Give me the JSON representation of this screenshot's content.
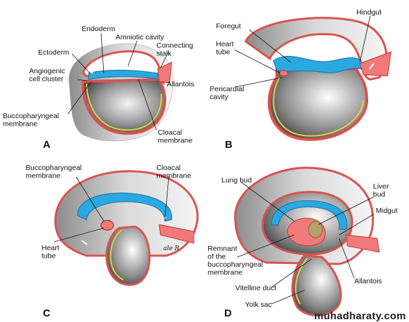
{
  "panels": {
    "A": {
      "letter": "A",
      "labels": {
        "endoderm": "Endoderm",
        "amniotic_cavity": "Amniotic cavity",
        "ectoderm": "Ectoderm",
        "connecting_stalk": "Connecting\nstalk",
        "angiogenic": "Angiogenic\ncell cluster",
        "allantois": "Allantois",
        "buccopharyngeal": "Buccopharyngeal\nmembrane",
        "cloacal": "Cloacal\nmembrane"
      }
    },
    "B": {
      "letter": "B",
      "labels": {
        "foregut": "Foregut",
        "hindgut": "Hindgut",
        "heart_tube": "Heart\ntube",
        "pericardial": "Pericardial\ncavity"
      }
    },
    "C": {
      "letter": "C",
      "labels": {
        "buccopharyngeal": "Buccopharyngeal\nmembrane",
        "cloacal": "Cloacal\nmembrane",
        "heart_tube": "Heart\ntube"
      },
      "signature": "ale R"
    },
    "D": {
      "letter": "D",
      "labels": {
        "lung_bud": "Lung bud",
        "liver_bud": "Liver\nbud",
        "midgut": "Midgut",
        "remnant": "Remnant\nof the\nbuccopharyngeal\nmembrane",
        "allantois": "Allantois",
        "vitelline": "Vitelline duct",
        "yolk_sac": "Yolk sac"
      }
    }
  },
  "watermark": "muhadharaty.com",
  "colors": {
    "ectoderm": "#d9534f",
    "endoderm": "#e6cf3c",
    "neural": "#29a9df",
    "shadow": "#6e6e6e"
  }
}
